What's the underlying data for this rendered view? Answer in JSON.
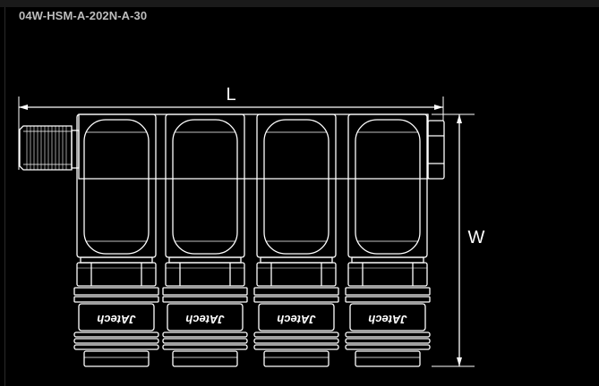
{
  "title": "04W-HSM-A-202N-A-30",
  "dimension_labels": {
    "length": "L",
    "width": "W"
  },
  "coupler_brand": "JAtech",
  "coupler_count": 4,
  "colors": {
    "background": "#000000",
    "line": "#ffffff",
    "title": "#bdbdbd"
  }
}
